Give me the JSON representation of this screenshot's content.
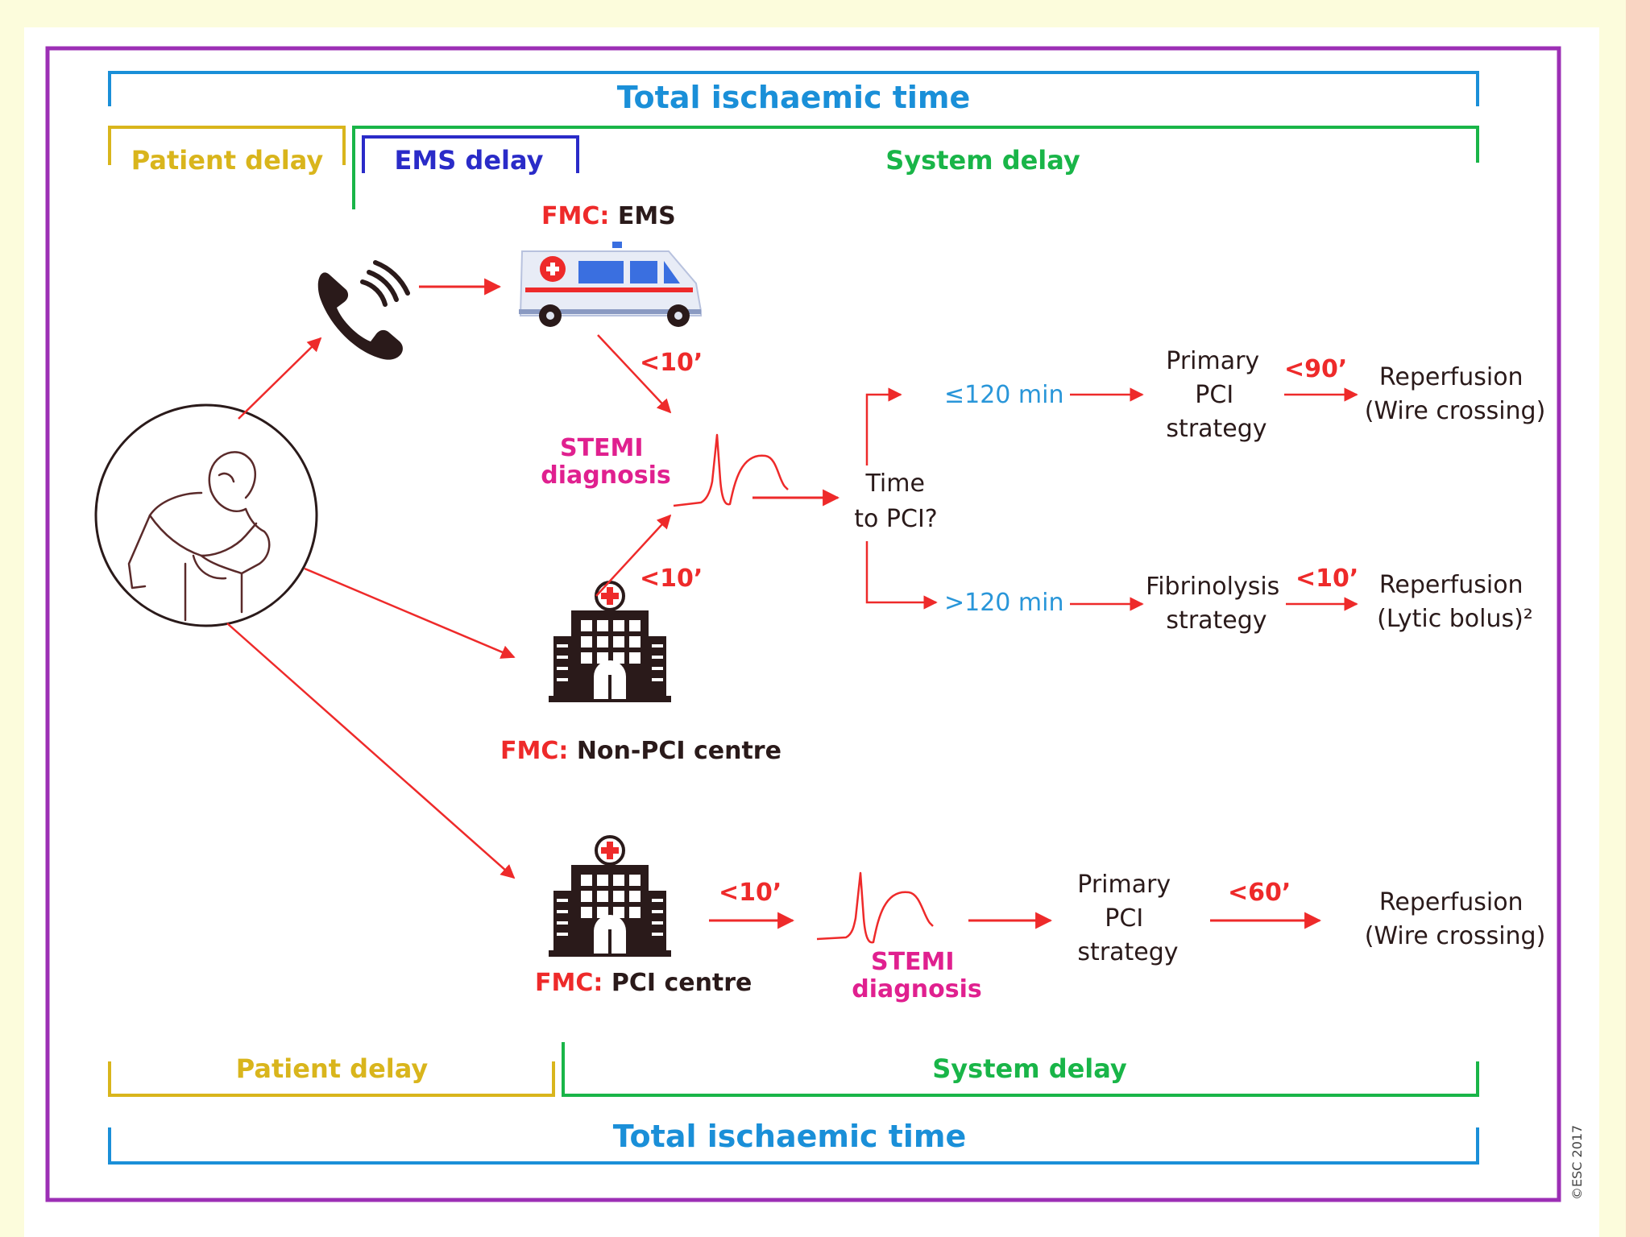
{
  "colors": {
    "frame": "#9c2fb5",
    "total": "#1a8fd8",
    "patient": "#d9b51c",
    "ems": "#2a2bc8",
    "system": "#19b548",
    "red": "#ee2a2a",
    "magenta": "#e0208f",
    "blue_text": "#2996d9",
    "dark": "#2a1a1a",
    "background": "#fcfcdc",
    "right_strip": "#f9d4c2"
  },
  "top": {
    "total": "Total ischaemic time",
    "patient": "Patient delay",
    "ems": "EMS delay",
    "system": "System delay"
  },
  "bottom": {
    "patient": "Patient delay",
    "system": "System delay",
    "total": "Total ischaemic time"
  },
  "labels": {
    "fmc": "FMC:",
    "ems": "EMS",
    "non_pci": "Non-PCI centre",
    "pci_centre": "PCI centre",
    "lt10": "<10’",
    "lt90": "<90’",
    "lt60": "<60’",
    "stemi": "STEMI",
    "diagnosis": "diagnosis",
    "time": "Time",
    "to_pci": "to PCI?",
    "le120": "≤120 min",
    "gt120": ">120 min",
    "primary": "Primary",
    "pci": "PCI",
    "strategy": "strategy",
    "fibrinolysis": "Fibrinolysis",
    "reperfusion": "Reperfusion",
    "wire": "(Wire crossing)",
    "lytic": "(Lytic bolus)²"
  },
  "copyright": "©ESC 2017",
  "icons": [
    "phone-icon",
    "ambulance-icon",
    "patient-illustration",
    "hospital-icon",
    "ecg-icon"
  ]
}
